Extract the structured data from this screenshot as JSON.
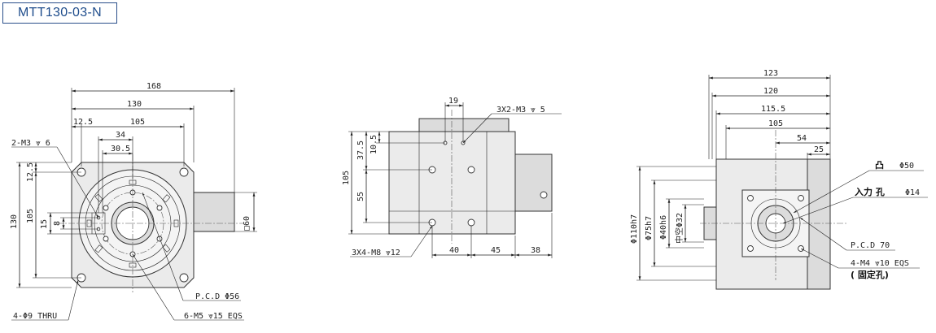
{
  "title": "MTT130-03-N",
  "left_view": {
    "dims": [
      "168",
      "130",
      "12.5",
      "105",
      "34",
      "30.5",
      "12.5",
      "105",
      "130",
      "15",
      "8",
      "□60"
    ],
    "callouts": {
      "m3": "2-M3 ⩔ 6",
      "pcd": "P.C.D  Φ56",
      "thru": "4-Φ9 THRU",
      "m5": "6-M5 ⩔15 EQS"
    }
  },
  "middle_view": {
    "dims": [
      "19",
      "37.5",
      "10.5",
      "105",
      "55",
      "40",
      "45",
      "38"
    ],
    "callouts": {
      "top": "3X2-M3 ⩔ 5",
      "bottom": "3X4-M8 ⩔12"
    }
  },
  "right_view": {
    "dims": [
      "123",
      "120",
      "115.5",
      "105",
      "54",
      "25",
      "Φ110h7",
      "Φ75h7",
      "Φ40h6",
      "中空Φ32"
    ],
    "callouts": {
      "convex": "凸",
      "convex_val": "Φ50",
      "input": "入力 孔",
      "input_val": "Φ14",
      "pcd": "P.C.D 70",
      "m4": "4-M4 ⩔10 EQS",
      "fixing": "(     固定孔)"
    }
  }
}
